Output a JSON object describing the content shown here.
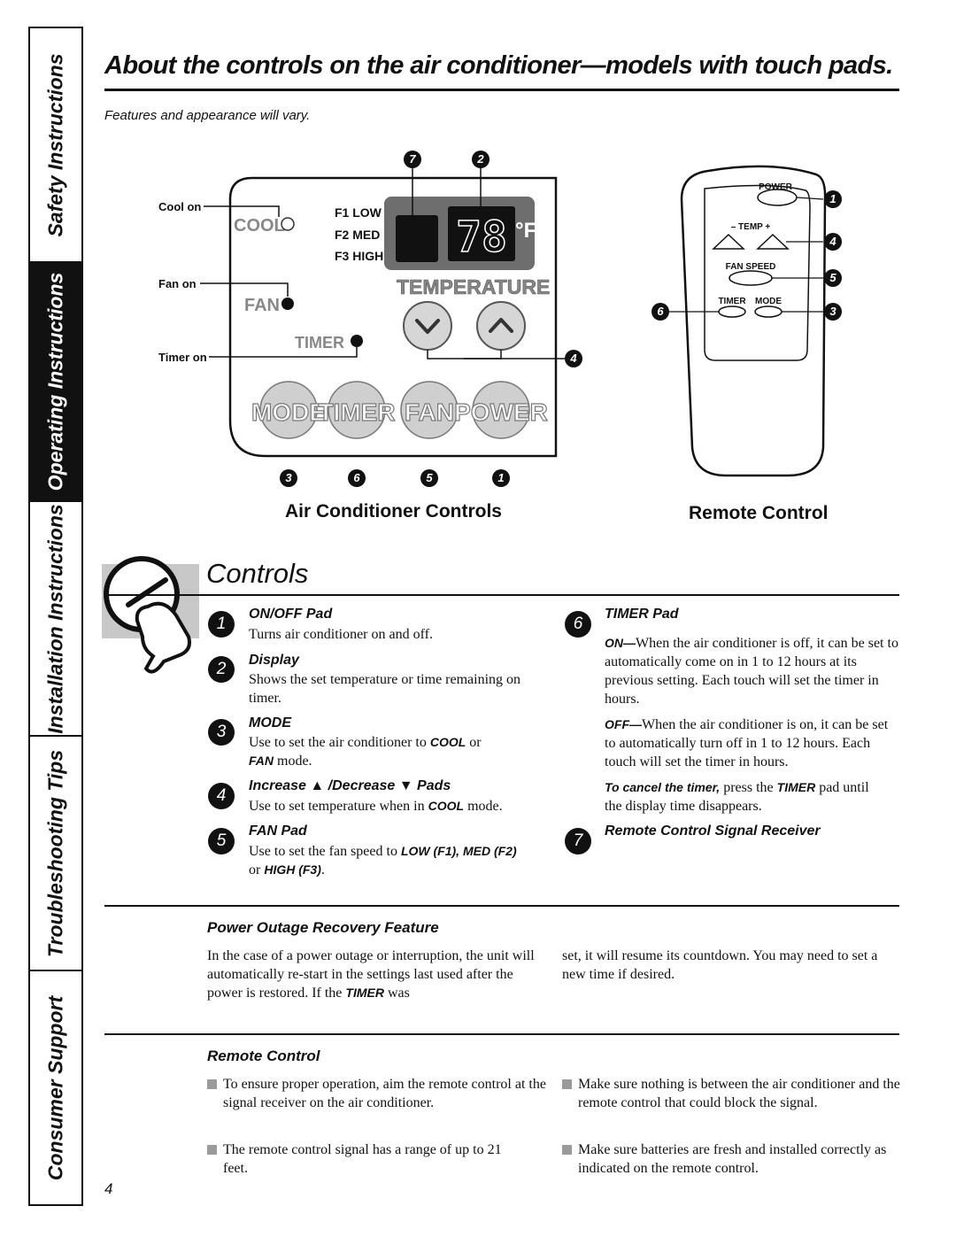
{
  "sidebar": {
    "tabs": [
      "Safety Instructions",
      "Operating Instructions",
      "Installation Instructions",
      "Troubleshooting Tips",
      "Consumer Support"
    ]
  },
  "header": {
    "title": "About the controls on the air conditioner—models with touch pads.",
    "subtitle": "Features and appearance will vary."
  },
  "ac_panel": {
    "cool_on": "Cool on",
    "fan_on": "Fan on",
    "timer_on": "Timer on",
    "cool": "COOL",
    "fan": "FAN",
    "timer": "TIMER",
    "f1": "F1 LOW",
    "f2": "F2 MED",
    "f3": "F3 HIGH",
    "display_value": "78",
    "display_unit": "°F",
    "temperature": "TEMPERATURE",
    "buttons": [
      "MODE",
      "TIMER",
      "FAN",
      "POWER"
    ],
    "caption": "Air Conditioner Controls",
    "callouts_top": [
      "7",
      "2"
    ],
    "callout_right": "4",
    "callouts_bottom": [
      "3",
      "6",
      "5",
      "1"
    ]
  },
  "remote": {
    "power": "POWER",
    "temp": "– TEMP +",
    "fan_speed": "FAN SPEED",
    "timer": "TIMER",
    "mode": "MODE",
    "caption": "Remote Control",
    "callouts": [
      "1",
      "4",
      "5",
      "6",
      "3"
    ]
  },
  "controls": {
    "title": "Controls",
    "items_left": [
      {
        "num": "1",
        "heading": "ON/OFF Pad",
        "text": "Turns air conditioner on and off."
      },
      {
        "num": "2",
        "heading": "Display",
        "text": "Shows the set temperature or time remaining on timer."
      },
      {
        "num": "3",
        "heading": "MODE",
        "text_a": "Use to set the air conditioner to ",
        "kw_a": "COOL",
        "text_b": " or ",
        "kw_b": "FAN",
        "text_c": " mode."
      },
      {
        "num": "4",
        "heading_a": "Increase ",
        "arrow_up": "▲",
        "heading_b": " /Decrease ",
        "arrow_down": "▼",
        "heading_c": " Pads",
        "text_a": "Use to set temperature when in ",
        "kw_a": "COOL",
        "text_b": " mode."
      },
      {
        "num": "5",
        "heading": "FAN Pad",
        "text_a": "Use to set the fan speed to ",
        "kw_a": "LOW (F1), MED (F2)",
        "text_b": "or ",
        "kw_b": "HIGH (F3)",
        "text_c": "."
      }
    ],
    "items_right": [
      {
        "num": "6",
        "heading": "TIMER Pad",
        "on_kw": "ON—",
        "on_text": "When the air conditioner is off, it can be set to automatically come on in 1 to 12 hours at its previous setting. Each touch will set the timer in hours.",
        "off_kw": "OFF—",
        "off_text": "When the air conditioner is on, it can be set to automatically turn off in 1 to 12 hours. Each touch will set the timer in hours.",
        "cancel_kw": "To cancel the timer,",
        "cancel_text_a": " press the ",
        "cancel_kw2": "TIMER",
        "cancel_text_b": " pad until the display time disappears."
      },
      {
        "num": "7",
        "heading": "Remote Control Signal Receiver"
      }
    ]
  },
  "power_outage": {
    "heading": "Power Outage Recovery Feature",
    "col1_a": "In the case of a power outage or interruption, the unit will automatically re-start in the settings last used after the power is restored. If the ",
    "col1_kw": "TIMER",
    "col1_b": " was",
    "col2": "set, it will resume its countdown. You may need to set a new time if desired."
  },
  "remote_section": {
    "heading": "Remote Control",
    "bullets": [
      "To ensure proper operation, aim the remote control at the signal receiver on the air conditioner.",
      "The remote control signal has a range of up to 21 feet.",
      "Make sure nothing is between the air conditioner and the remote control that could block the signal.",
      "Make sure batteries are fresh and installed correctly as indicated on the remote control."
    ]
  },
  "page_number": "4",
  "colors": {
    "ink": "#111111",
    "button_gray": "#cfcfcf",
    "display_bg": "#6e6e6e"
  }
}
